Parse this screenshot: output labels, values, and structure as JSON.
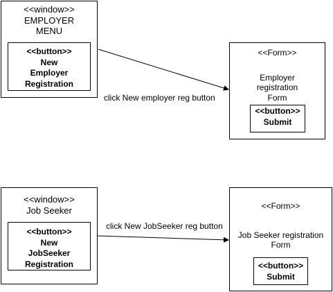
{
  "employer_window": {
    "stereotype": "<<window>>",
    "title_line1": "EMPLOYER",
    "title_line2": "MENU",
    "button": {
      "stereotype": "<<button>>",
      "line1": "New",
      "line2": "Employer",
      "line3": "Registration"
    }
  },
  "employer_form": {
    "stereotype": "<<Form>>",
    "title_line1": "Employer",
    "title_line2": "registration",
    "title_line3": "Form",
    "button": {
      "stereotype": "<<button>>",
      "line1": "Submit"
    }
  },
  "edge_employer": {
    "label": "click New employer reg button"
  },
  "jobseeker_window": {
    "stereotype": "<<window>>",
    "title_line1": "Job Seeker",
    "button": {
      "stereotype": "<<button>>",
      "line1": "New",
      "line2": "JobSeeker",
      "line3": "Registration"
    }
  },
  "jobseeker_form": {
    "stereotype": "<<Form>>",
    "title_line1": "Job Seeker registration",
    "title_line2": "Form",
    "button": {
      "stereotype": "<<button>>",
      "line1": "Submit"
    }
  },
  "edge_jobseeker": {
    "label": "click New JobSeeker reg button"
  }
}
